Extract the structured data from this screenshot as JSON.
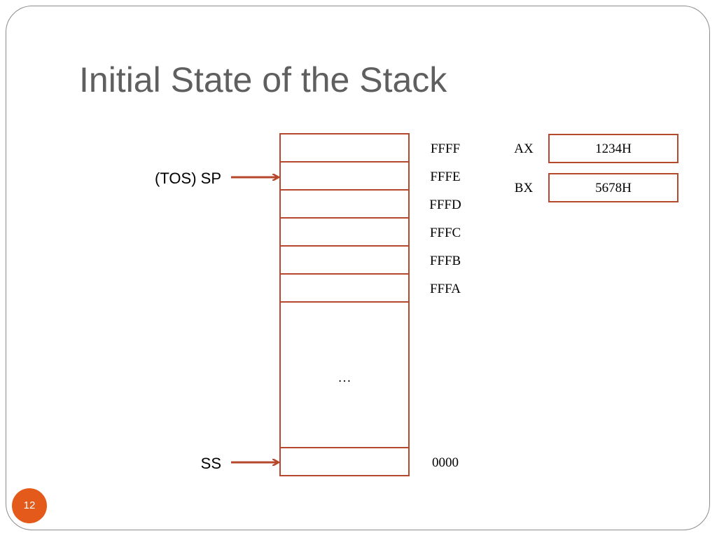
{
  "slide": {
    "title": "Initial State of the Stack",
    "page_number": "12"
  },
  "stack": {
    "addresses": [
      "FFFF",
      "FFFE",
      "FFFD",
      "FFFC",
      "FFFB",
      "FFFA"
    ],
    "ellipsis": "…",
    "bottom_address": "0000"
  },
  "pointers": {
    "sp_label": "(TOS) SP",
    "ss_label": "SS"
  },
  "registers": [
    {
      "name": "AX",
      "value": "1234H"
    },
    {
      "name": "BX",
      "value": "5678H"
    }
  ],
  "colors": {
    "box_border": "#b5472b",
    "arrow": "#b5472b",
    "title": "#5f5f5f",
    "badge": "#e35a1a"
  }
}
